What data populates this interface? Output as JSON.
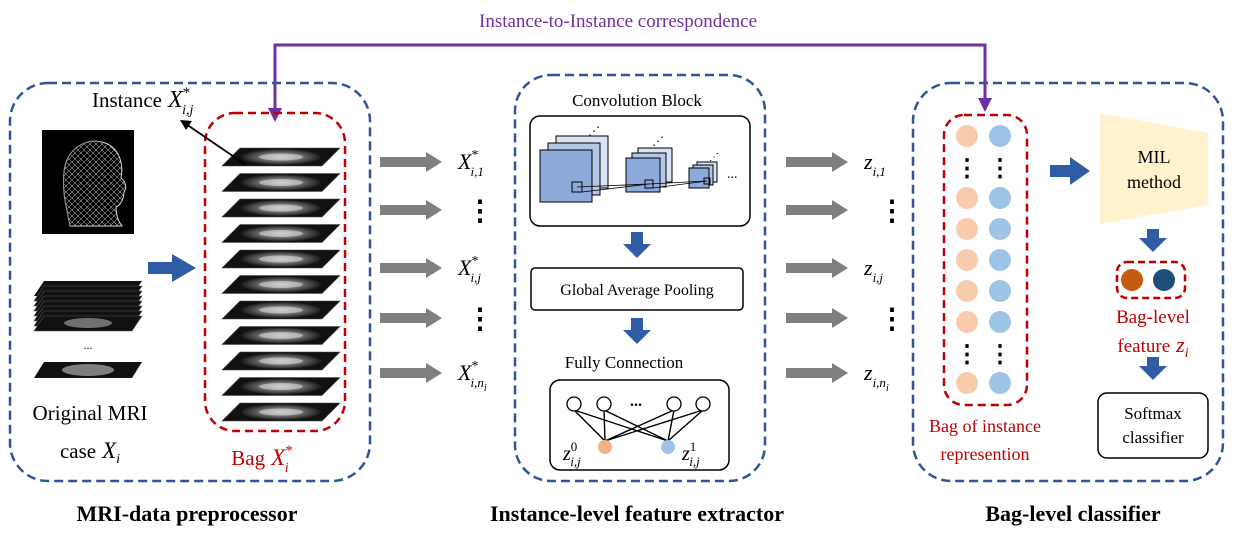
{
  "top_label": "Instance-to-Instance correspondence",
  "colors": {
    "panel_border": "#2f5597",
    "bag_border": "#c00000",
    "top_arrow": "#7030a0",
    "blue_arrow": "#2e5da5",
    "grey_arrow": "#7f7f7f",
    "peach": "#f8cbad",
    "light_blue": "#9dc3e6",
    "mil_fill": "#fff2cc",
    "conv_fill": "#8eaadb",
    "orange_node": "#f4b183",
    "bag_feature_orange": "#c55a11",
    "bag_feature_blue": "#1f4e79"
  },
  "preprocessor": {
    "title": "MRI-data preprocessor",
    "instance_label": "Instance",
    "instance_sym": "X",
    "instance_sup": "*",
    "instance_sub": "i,j",
    "original_line1": "Original MRI",
    "original_line2": "case",
    "original_sym": "X",
    "original_sub": "i",
    "bag_label": "Bag",
    "bag_sym": "X",
    "bag_sup": "*",
    "bag_sub": "i",
    "stack_ellipsis": "..."
  },
  "instances_in": [
    {
      "sym": "X",
      "sup": "*",
      "sub": "i,1"
    },
    {
      "dots": "⋮"
    },
    {
      "sym": "X",
      "sup": "*",
      "sub": "i,j"
    },
    {
      "dots": "⋮"
    },
    {
      "sym": "X",
      "sup": "*",
      "sub": "i,n",
      "subsub": "i"
    }
  ],
  "extractor": {
    "title": "Instance-level feature extractor",
    "conv_label": "Convolution Block",
    "conv_ellipsis": "...",
    "gap_label": "Global Average Pooling",
    "fc_label": "Fully Connection",
    "fc_ellipsis": "...",
    "z0_sym": "z",
    "z0_sup": "0",
    "z0_sub": "i,j",
    "z1_sym": "z",
    "z1_sup": "1",
    "z1_sub": "i,j"
  },
  "instances_out": [
    {
      "sym": "z",
      "sub": "i,1"
    },
    {
      "dots": "⋮"
    },
    {
      "sym": "z",
      "sub": "i,j"
    },
    {
      "dots": "⋮"
    },
    {
      "sym": "z",
      "sub": "i,n",
      "subsub": "i"
    }
  ],
  "classifier": {
    "title": "Bag-level classifier",
    "bag_line1": "Bag of instance",
    "bag_line2": "represention",
    "mil_line1": "MIL",
    "mil_line2": "method",
    "feature_line1": "Bag-level",
    "feature_line2": "feature",
    "feature_sym": "z",
    "feature_sub": "i",
    "softmax_line1": "Softmax",
    "softmax_line2": "classifier"
  }
}
